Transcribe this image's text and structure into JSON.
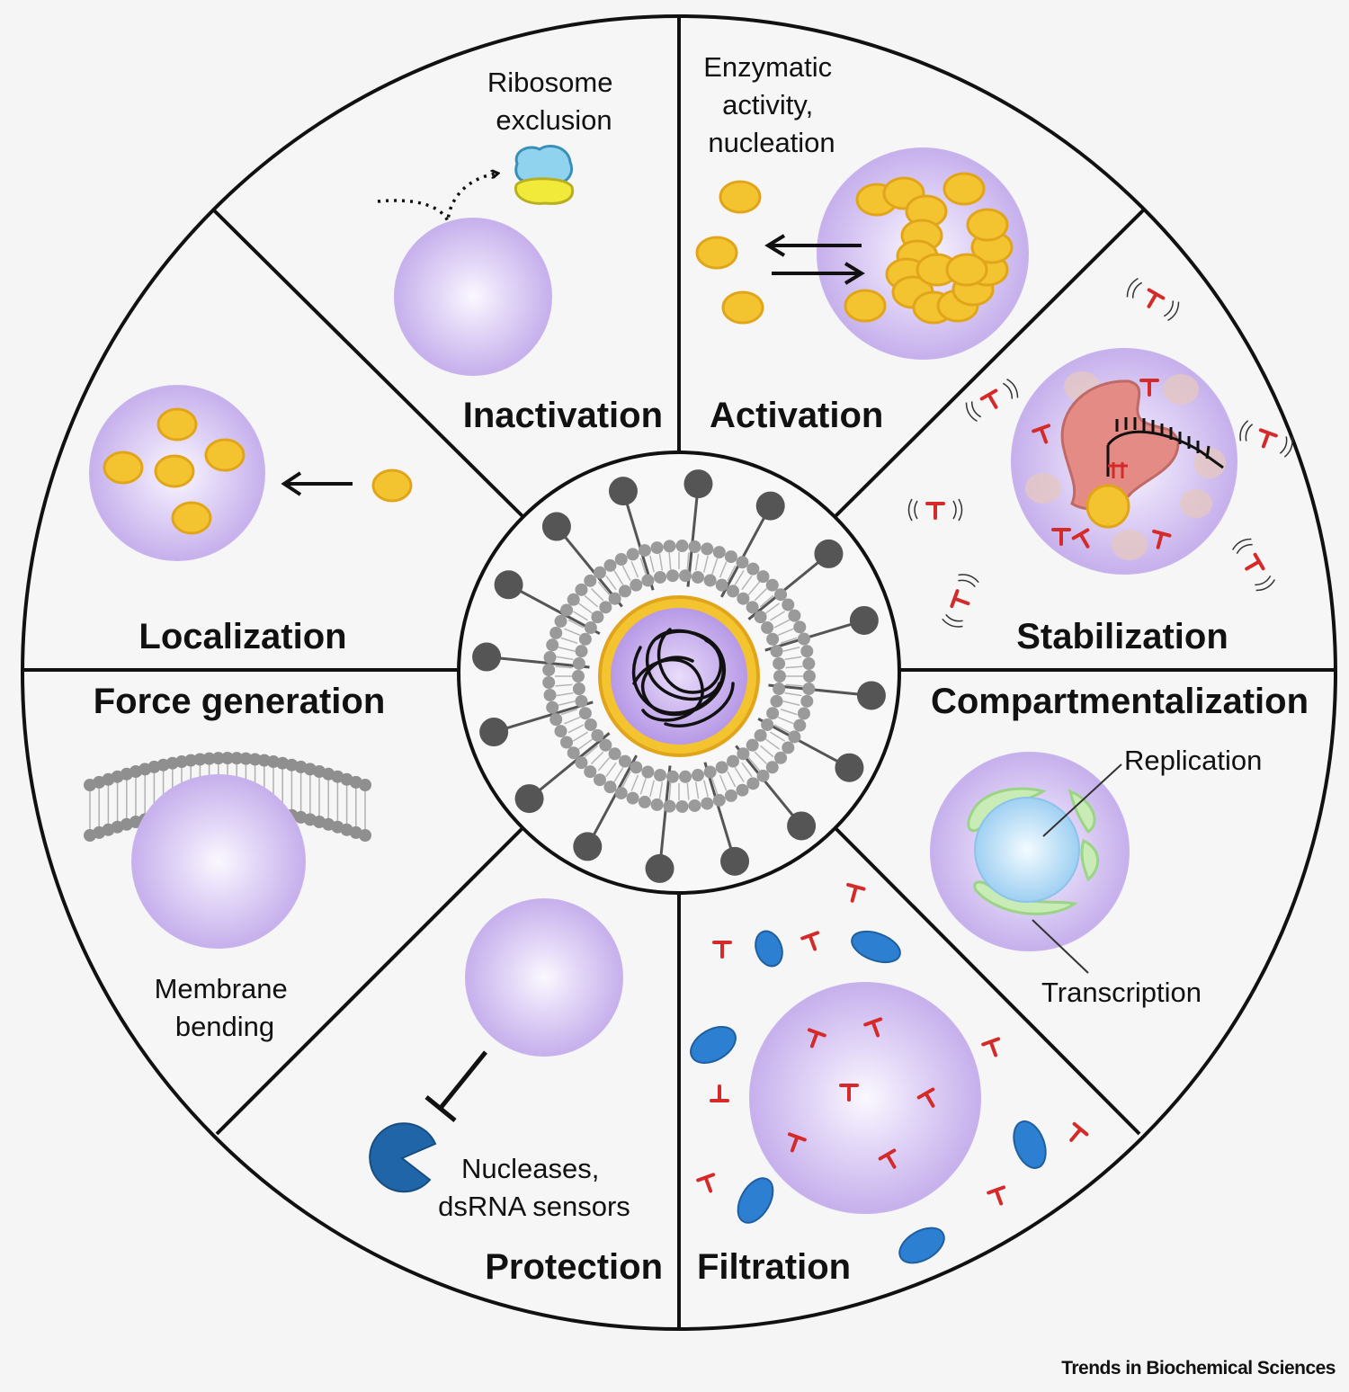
{
  "segments": {
    "inactivation": {
      "title": "Inactivation",
      "label_line1": "Ribosome",
      "label_line2": "exclusion"
    },
    "activation": {
      "title": "Activation",
      "label_line1": "Enzymatic",
      "label_line2": "activity,",
      "label_line3": "nucleation"
    },
    "stabilization": {
      "title": "Stabilization"
    },
    "compartmentalization": {
      "title": "Compartmentalization",
      "label_replication": "Replication",
      "label_transcription": "Transcription"
    },
    "filtration": {
      "title": "Filtration"
    },
    "protection": {
      "title": "Protection",
      "label_line1": "Nucleases,",
      "label_line2": "dsRNA sensors"
    },
    "force_generation": {
      "title": "Force generation",
      "label_line1": "Membrane",
      "label_line2": "bending"
    },
    "localization": {
      "title": "Localization"
    }
  },
  "credit": "Trends in Biochemical Sciences",
  "colors": {
    "condensate": "#d6c6f2",
    "condensate_edge": "#c8b2ee",
    "client_yellow": "#f4c430",
    "client_edge": "#e1a51c",
    "inhibitor_red": "#d42a2a",
    "blue_protein": "#2d7fd1",
    "nuclease_blue": "#1f65a8",
    "membrane_gray": "#8a8a8a",
    "virus_spike": "#555555"
  }
}
